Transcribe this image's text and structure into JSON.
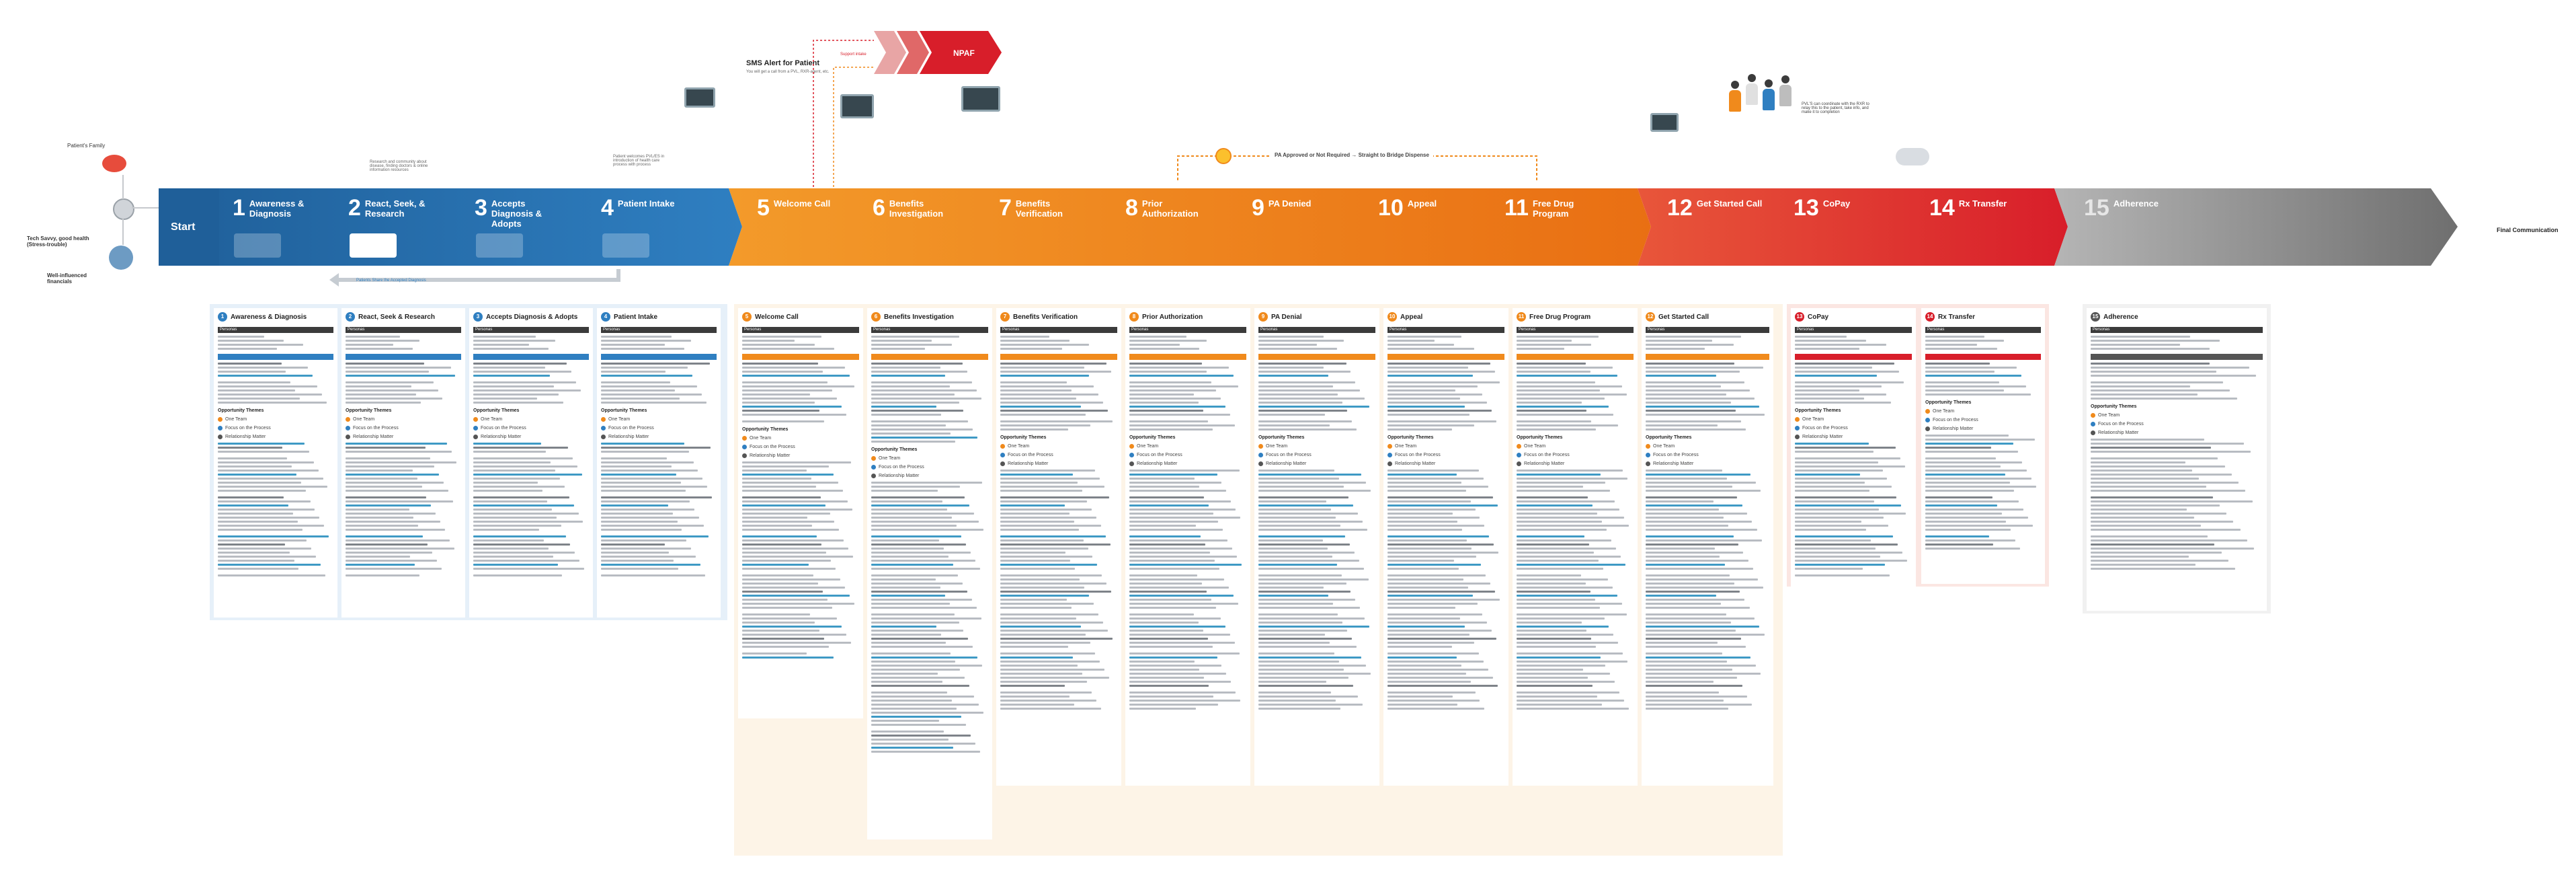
{
  "colors": {
    "blue": "#2f7fc1",
    "blue_dark": "#1f5f99",
    "orange": "#f08a1c",
    "orange_dark": "#e06a12",
    "red": "#d81e2a",
    "gray": "#9a9a9a",
    "gray_dark": "#555555",
    "final": "#3a3a3a",
    "card_blue": "#e6f0f9",
    "card_orange": "#fdf1e2",
    "card_red": "#fbe3df",
    "card_gray": "#efefef"
  },
  "left_labels": {
    "family": "Patient's Family",
    "wellness": "Tech Savvy, good health (Stress-trouble)",
    "finances": "Well-influenced financials"
  },
  "top_labels": {
    "sms": "SMS Alert for Patient",
    "sms_sub": "You will get a call from a PVL, RXR-agent, etc.",
    "hipaa": "Support intake",
    "npaf": "NPAF",
    "pa_banner": "PA Approved or Not Required → Straight to Bridge Dispense",
    "pickup": "PVL'S can coordinate with the RXR to relay this to the patient, take info, and make it to completion",
    "stage2_note": "Research and community about disease, finding doctors & online information resources",
    "stage4_note": "Patient welcomes PVL/ES in introduction of health care process with process",
    "bottom_link": "Patients Share the Accepted Diagnosis"
  },
  "stages": [
    {
      "num": "",
      "title": "Start"
    },
    {
      "num": "1",
      "title": "Awareness & Diagnosis"
    },
    {
      "num": "2",
      "title": "React, Seek, & Research"
    },
    {
      "num": "3",
      "title": "Accepts Diagnosis & Adopts"
    },
    {
      "num": "4",
      "title": "Patient Intake"
    },
    {
      "num": "5",
      "title": "Welcome Call"
    },
    {
      "num": "6",
      "title": "Benefits Investigation"
    },
    {
      "num": "7",
      "title": "Benefits Verification"
    },
    {
      "num": "8",
      "title": "Prior Authorization"
    },
    {
      "num": "9",
      "title": "PA Denied"
    },
    {
      "num": "10",
      "title": "Appeal"
    },
    {
      "num": "11",
      "title": "Free Drug Program"
    },
    {
      "num": "12",
      "title": "Get Started Call"
    },
    {
      "num": "13",
      "title": "CoPay"
    },
    {
      "num": "14",
      "title": "Rx Transfer"
    },
    {
      "num": "15",
      "title": "Adherence"
    },
    {
      "num": "",
      "title": "Final Communication"
    }
  ],
  "cards": [
    {
      "num": "1",
      "title": "Awareness & Diagnosis"
    },
    {
      "num": "2",
      "title": "React, Seek & Research"
    },
    {
      "num": "3",
      "title": "Accepts Diagnosis & Adopts"
    },
    {
      "num": "4",
      "title": "Patient Intake"
    },
    {
      "num": "5",
      "title": "Welcome Call"
    },
    {
      "num": "6",
      "title": "Benefits Investigation"
    },
    {
      "num": "7",
      "title": "Benefits Verification"
    },
    {
      "num": "8",
      "title": "Prior Authorization"
    },
    {
      "num": "9",
      "title": "PA Denial"
    },
    {
      "num": "10",
      "title": "Appeal"
    },
    {
      "num": "11",
      "title": "Free Drug Program"
    },
    {
      "num": "12",
      "title": "Get Started Call"
    },
    {
      "num": "13",
      "title": "CoPay"
    },
    {
      "num": "14",
      "title": "Rx Transfer"
    },
    {
      "num": "15",
      "title": "Adherence"
    }
  ],
  "card_labels": {
    "personas": "Personas",
    "opportunity": "Opportunity Themes",
    "one_team": "One Team",
    "focus": "Focus on the Process",
    "relationship": "Relationship Matter"
  }
}
